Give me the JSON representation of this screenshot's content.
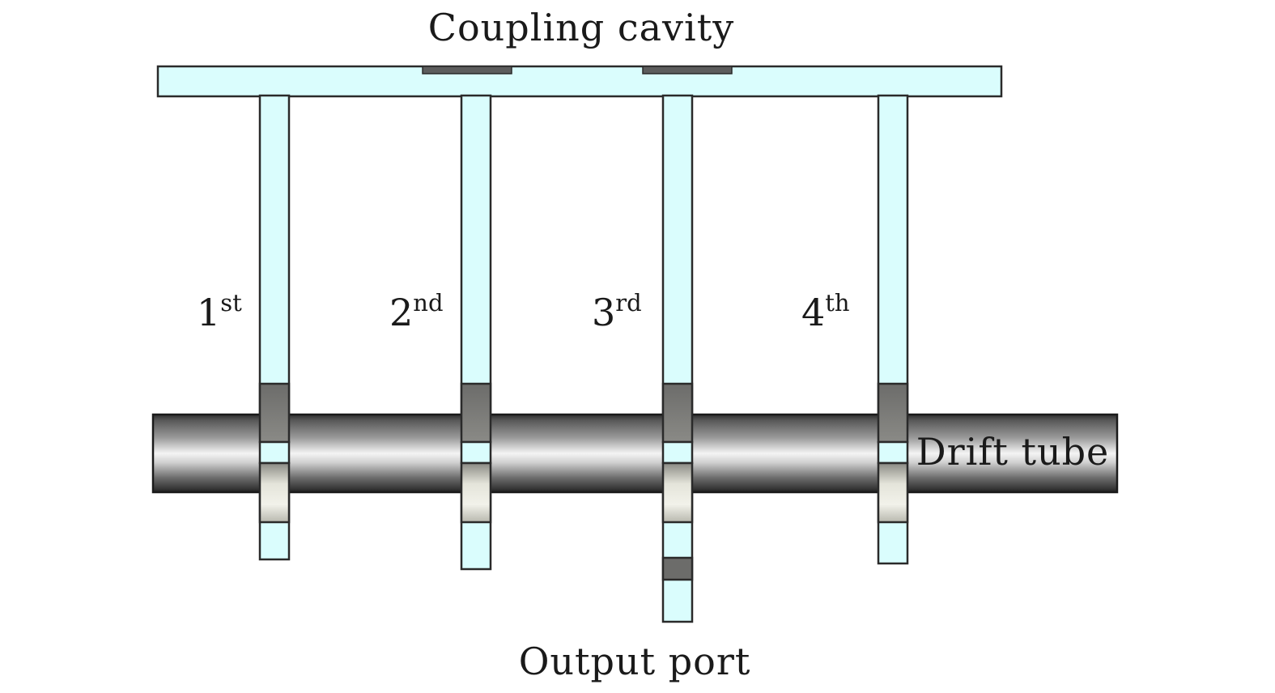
{
  "labels": {
    "coupling_cavity": "Coupling cavity",
    "drift_tube": "Drift tube",
    "output_port": "Output port"
  },
  "cavities": [
    {
      "num": "1",
      "sup": "st"
    },
    {
      "num": "2",
      "sup": "nd"
    },
    {
      "num": "3",
      "sup": "rd"
    },
    {
      "num": "4",
      "sup": "th"
    }
  ],
  "colors": {
    "waveguide_fill": "#dafdfd",
    "outline": "#2a2a2a",
    "gap_dark": "#7a7a78",
    "slot_dark": "#5c5c5c"
  }
}
